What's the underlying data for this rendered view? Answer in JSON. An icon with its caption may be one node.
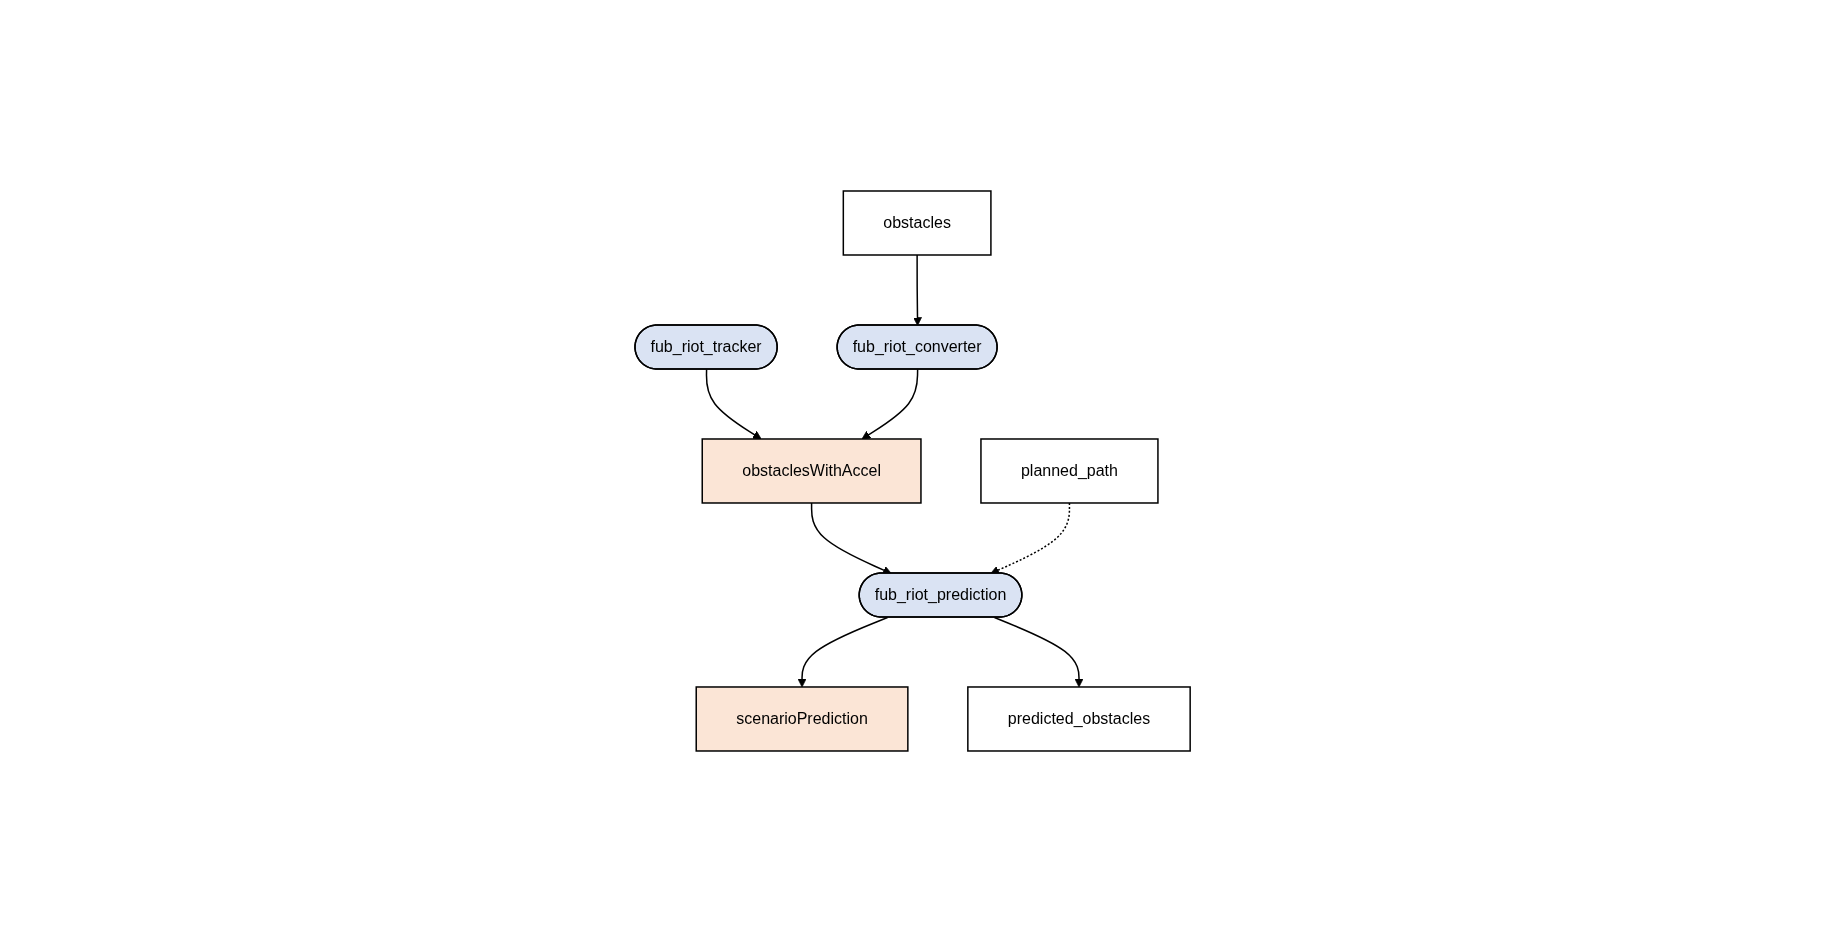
{
  "diagram": {
    "nodes": [
      {
        "text": [
          "obstacles"
        ]
      },
      {
        "text": [
          "fub_riot_tracker"
        ]
      },
      {
        "text": [
          "fub_riot_converter"
        ]
      },
      {
        "text": [
          "obstaclesWithAccel"
        ]
      },
      {
        "text": [
          "planned_path"
        ]
      },
      {
        "text": [
          "fub_riot_prediction"
        ]
      },
      {
        "text": [
          "scenarioPrediction"
        ]
      },
      {
        "text": [
          "predicted_obstacles"
        ]
      }
    ],
    "edges": [
      {
        "from": 0,
        "to": 2,
        "arrow": "to"
      },
      {
        "from": 1,
        "to": 3,
        "arrow": "to"
      },
      {
        "from": 2,
        "to": 3,
        "arrow": "to"
      },
      {
        "from": 3,
        "to": 5,
        "arrow": "to"
      },
      {
        "from": 4,
        "to": 5,
        "arrow": "to",
        "style": "dashed"
      },
      {
        "from": 5,
        "to": 6,
        "arrow": "to"
      },
      {
        "from": 5,
        "to": 7,
        "arrow": "to"
      }
    ]
  }
}
